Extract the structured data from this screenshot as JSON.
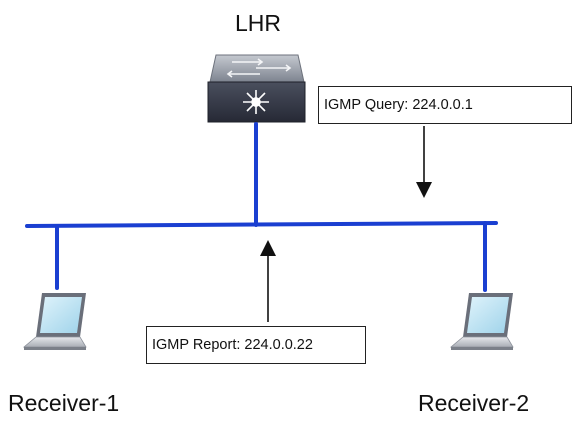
{
  "router": {
    "label": "LHR"
  },
  "receivers": [
    {
      "label": "Receiver-1"
    },
    {
      "label": "Receiver-2"
    }
  ],
  "messages": {
    "query": "IGMP Query: 224.0.0.1",
    "report": "IGMP Report: 224.0.0.22"
  },
  "colors": {
    "link": "#1a3fd1",
    "router_body": "#3d4150",
    "router_top": "#9aa0ab"
  }
}
